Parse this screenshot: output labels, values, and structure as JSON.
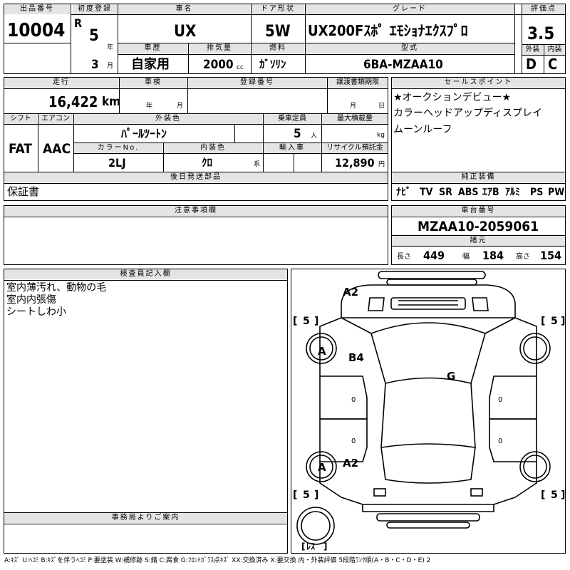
{
  "header": {
    "lot_no": {
      "label": "出品番号",
      "value": "10004"
    },
    "first_reg": {
      "label": "初度登録",
      "era": "R",
      "year": "5",
      "year_unit": "年",
      "month": "3",
      "month_unit": "月"
    },
    "car_name": {
      "label": "車名",
      "value": "UX"
    },
    "door": {
      "label": "ドア形状",
      "value": "5W"
    },
    "grade": {
      "label": "グレード",
      "value": "UX200Fｽﾎﾟ ｴﾓｼｮﾅｴｸｽﾌﾟﾛ"
    },
    "score": {
      "label": "評価点",
      "value": "3.5"
    },
    "history": {
      "label": "車歴",
      "value": "自家用"
    },
    "displacement": {
      "label": "排気量",
      "value": "2000",
      "unit": "cc"
    },
    "fuel": {
      "label": "燃料",
      "value": "ｶﾞｿﾘﾝ"
    },
    "model": {
      "label": "型式",
      "value": "6BA-MZAA10"
    },
    "exterior": {
      "label": "外装",
      "value": "D"
    },
    "interior": {
      "label": "内装",
      "value": "C"
    }
  },
  "row2": {
    "mileage": {
      "label": "走行",
      "value": "16,422",
      "unit": "km"
    },
    "inspection": {
      "label": "車検",
      "year_unit": "年",
      "month_unit": "月"
    },
    "reg_no": {
      "label": "登録番号"
    },
    "transfer": {
      "label": "譲渡書類期限",
      "month_unit": "月",
      "day_unit": "日"
    },
    "shift": {
      "label": "シフト",
      "value": "FAT"
    },
    "aircon": {
      "label": "エアコン",
      "value": "AAC"
    },
    "color": {
      "label": "外装色",
      "value": "ﾊﾟｰﾙﾂｰﾄﾝ"
    },
    "capacity": {
      "label": "乗車定員",
      "value": "5",
      "unit": "人"
    },
    "max_load": {
      "label": "最大積載量",
      "unit": "kg"
    },
    "color_no": {
      "label": "カラーNo.",
      "value": "2LJ"
    },
    "int_color": {
      "label": "内装色",
      "value": "ｸﾛ",
      "unit": "系"
    },
    "import": {
      "label": "輸入車"
    },
    "recycle": {
      "label": "リサイクル預託金",
      "value": "12,890",
      "unit": "円"
    },
    "later_parts": {
      "label": "後日発送部品",
      "value": "保証書"
    }
  },
  "sales_points": {
    "label": "セールスポイント",
    "lines": [
      "★オークションデビュー★",
      "カラーヘッドアップディスプレイ",
      "ムーンルーフ"
    ]
  },
  "equipment": {
    "label": "純正装備",
    "items": [
      "ﾅﾋﾞ",
      "TV",
      "SR",
      "ABS",
      "ｴｱB",
      "ｱﾙﾐ",
      "PS",
      "PW"
    ]
  },
  "caution": {
    "label": "注意事項欄"
  },
  "chassis": {
    "label": "車台番号",
    "value": "MZAA10-2059061"
  },
  "specs": {
    "label": "諸元",
    "length_label": "長さ",
    "length": "449",
    "width_label": "幅",
    "width": "184",
    "height_label": "高さ",
    "height": "154"
  },
  "inspector": {
    "label": "検査員記入欄",
    "lines": [
      "室内薄汚れ、動物の毛",
      "室内内張傷",
      "シートしわ小"
    ]
  },
  "office": {
    "label": "事務局よりご案内"
  },
  "diagram": {
    "marks": [
      "A2",
      "B4",
      "G",
      "A",
      "A",
      "A2"
    ],
    "tire_left_top": "5",
    "tire_right_top": "5",
    "tire_left_bottom": "5",
    "tire_right_bottom": "5",
    "spare": "ﾚｽ",
    "bracket_open": "[",
    "bracket_close": "]",
    "zeros": [
      "0",
      "0",
      "0",
      "0"
    ]
  },
  "legend": "A:ｷｽﾞ U:ﾍｺﾐ B:ｷｽﾞを伴うﾍｺﾐ P:要塗装 W:補修跡 S:錆 C:腐食 G:ﾌﾛﾝﾄｶﾞﾗｽ点ｷｽﾞ XX:交換済み X:要交換  内・外装評価 5段階ﾗﾝｸ順(A・B・C・D・E) 2"
}
